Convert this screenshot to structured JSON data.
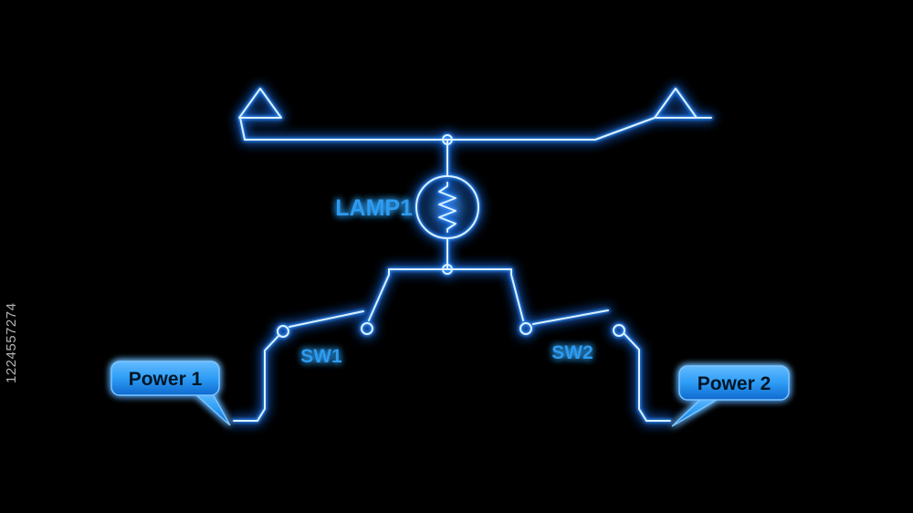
{
  "diagram": {
    "watermark": "1224557274",
    "labels": {
      "lamp": "LAMP1",
      "switch1": "SW1",
      "switch2": "SW2",
      "power1": "Power 1",
      "power2": "Power 2"
    },
    "colors": {
      "background": "#000000",
      "halo": "#1463d8",
      "glow": "#2f8fff",
      "core": "#dcf1ff",
      "label_text": "#2f9bf0",
      "callout_fill_top": "#63bbff",
      "callout_fill_bottom": "#0e69cf",
      "callout_text": "#051527",
      "watermark_text": "#c6c6c6"
    }
  }
}
